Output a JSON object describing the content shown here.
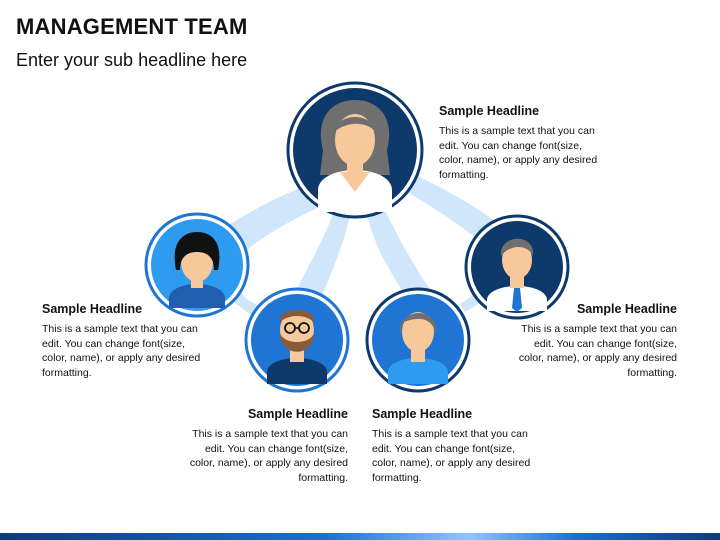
{
  "header": {
    "title": "MANAGEMENT TEAM",
    "subtitle": "Enter your sub headline here"
  },
  "members": [
    {
      "id": "top",
      "avatar": "woman-avatar-icon",
      "headline": "Sample Headline",
      "text": "This is a sample text that you can edit. You can change font(size, color, name), or apply any desired formatting."
    },
    {
      "id": "left",
      "avatar": "woman-short-hair-avatar-icon",
      "headline": "Sample Headline",
      "text": "This is a sample text that you can edit. You can change font(size, color, name), or apply any desired formatting."
    },
    {
      "id": "center-left",
      "avatar": "bearded-man-glasses-avatar-icon",
      "headline": "Sample Headline",
      "text": "This is a sample text that you can edit. You can change font(size, color, name), or apply any desired formatting."
    },
    {
      "id": "center-right",
      "avatar": "man-avatar-icon",
      "headline": "Sample Headline",
      "text": "This is a sample text that you can edit. You can change font(size, color, name), or apply any desired formatting."
    },
    {
      "id": "right",
      "avatar": "man-tie-avatar-icon",
      "headline": "Sample Headline",
      "text": "This is a sample text that you can edit. You can change font(size, color, name), or apply any desired formatting."
    }
  ],
  "colors": {
    "dark_navy": "#0d3a6b",
    "mid_blue": "#1f74d4",
    "bright_blue": "#2e9bf0",
    "connector": "#cfe6fb",
    "skin": "#f7c99a"
  }
}
